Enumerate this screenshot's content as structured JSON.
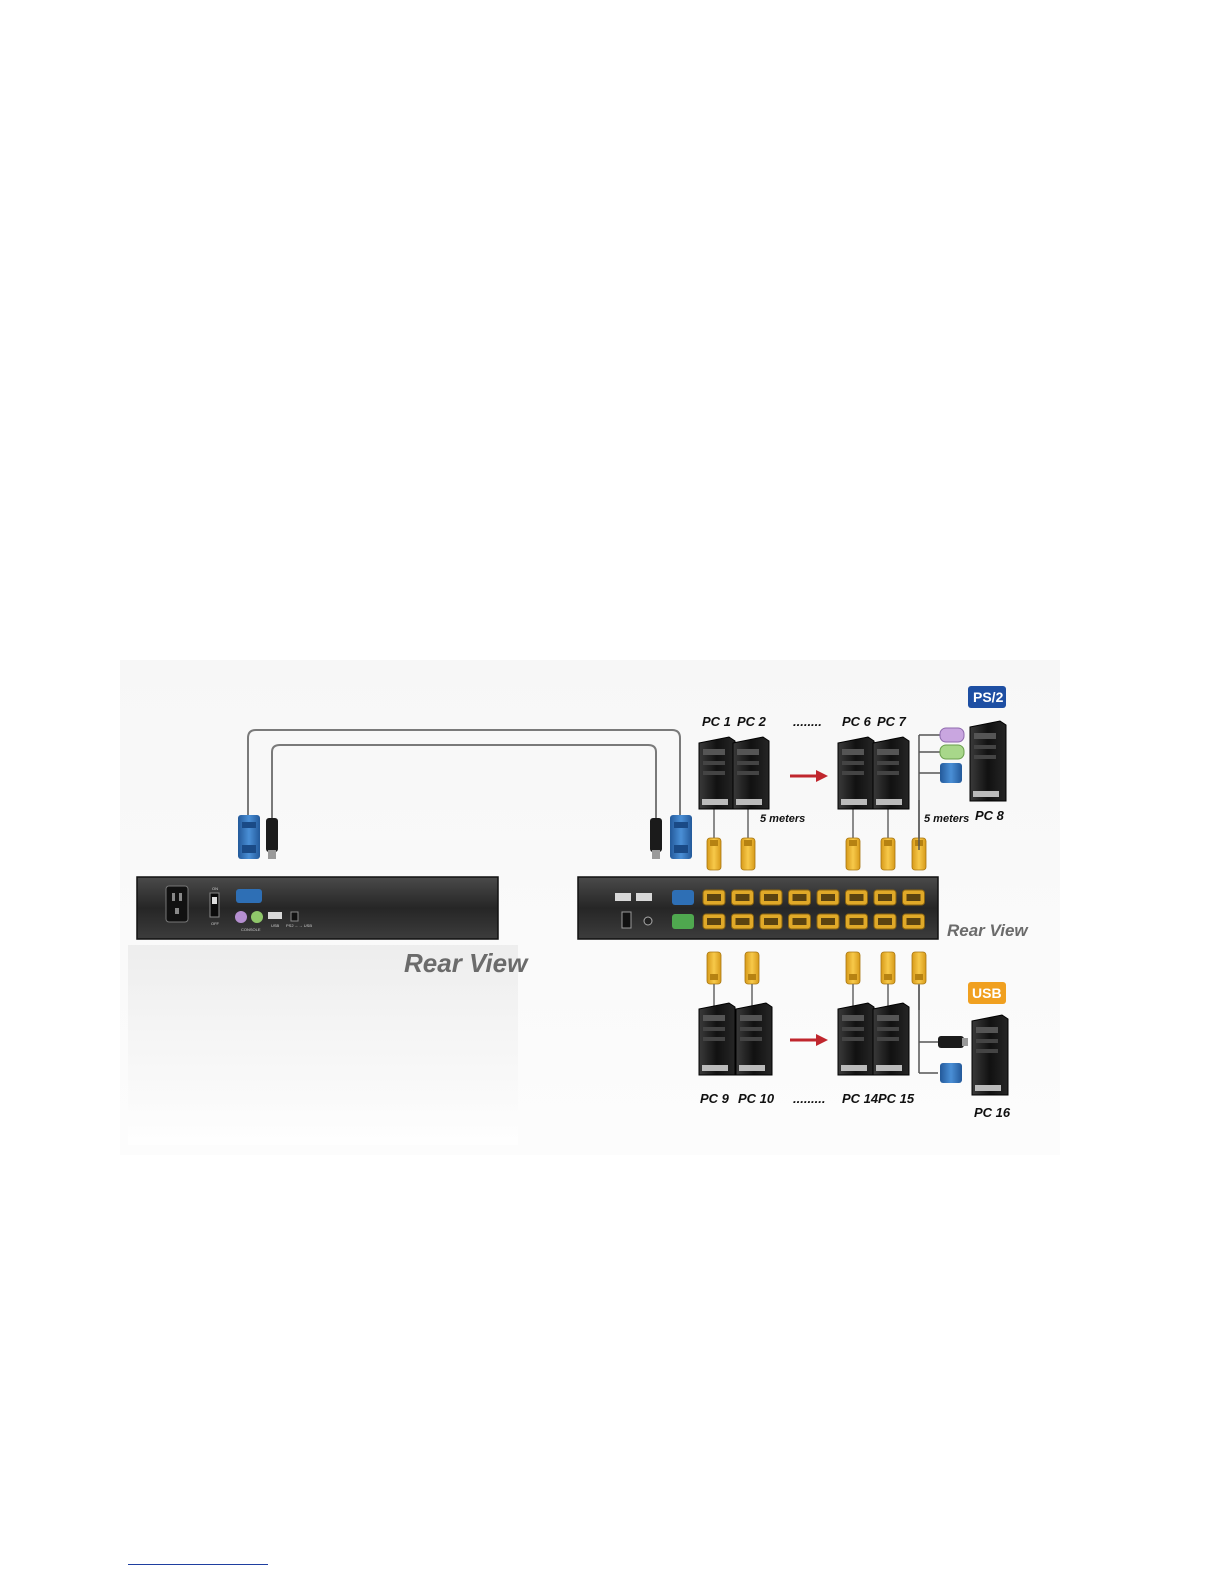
{
  "labels": {
    "pc1": "PC 1",
    "pc2": "PC 2",
    "pc6": "PC 6",
    "pc7": "PC 7",
    "pc8": "PC 8",
    "pc9": "PC 9",
    "pc10": "PC 10",
    "pc14": "PC 14",
    "pc15": "PC 15",
    "pc16": "PC 16",
    "dots_top": "........",
    "dots_bottom": ".........",
    "meters_left": "5 meters",
    "meters_right": "5 meters",
    "rear_view_left": "Rear  View",
    "rear_view_right": "Rear View",
    "ps2_badge": "PS/2",
    "usb_badge": "USB",
    "console_label": "CONSOLE",
    "usb_port_label": "USB",
    "ps2_usb_label": "PS2 ←→ USB",
    "on_label": "ON",
    "off_label": "OFF"
  },
  "colors": {
    "ps2_badge": "#1e4fa3",
    "usb_badge": "#f0a020",
    "arrow": "#c0262d",
    "vga_blue": "#2e6fb5",
    "cable_yellow": "#f0b429",
    "ps2_purple": "#b58fd0",
    "ps2_green": "#8fc76a",
    "panel_dark": "#2a2a2a"
  },
  "icons": {
    "computer": "tower-pc-icon",
    "vga": "vga-connector-icon",
    "usb": "usb-connector-icon"
  }
}
